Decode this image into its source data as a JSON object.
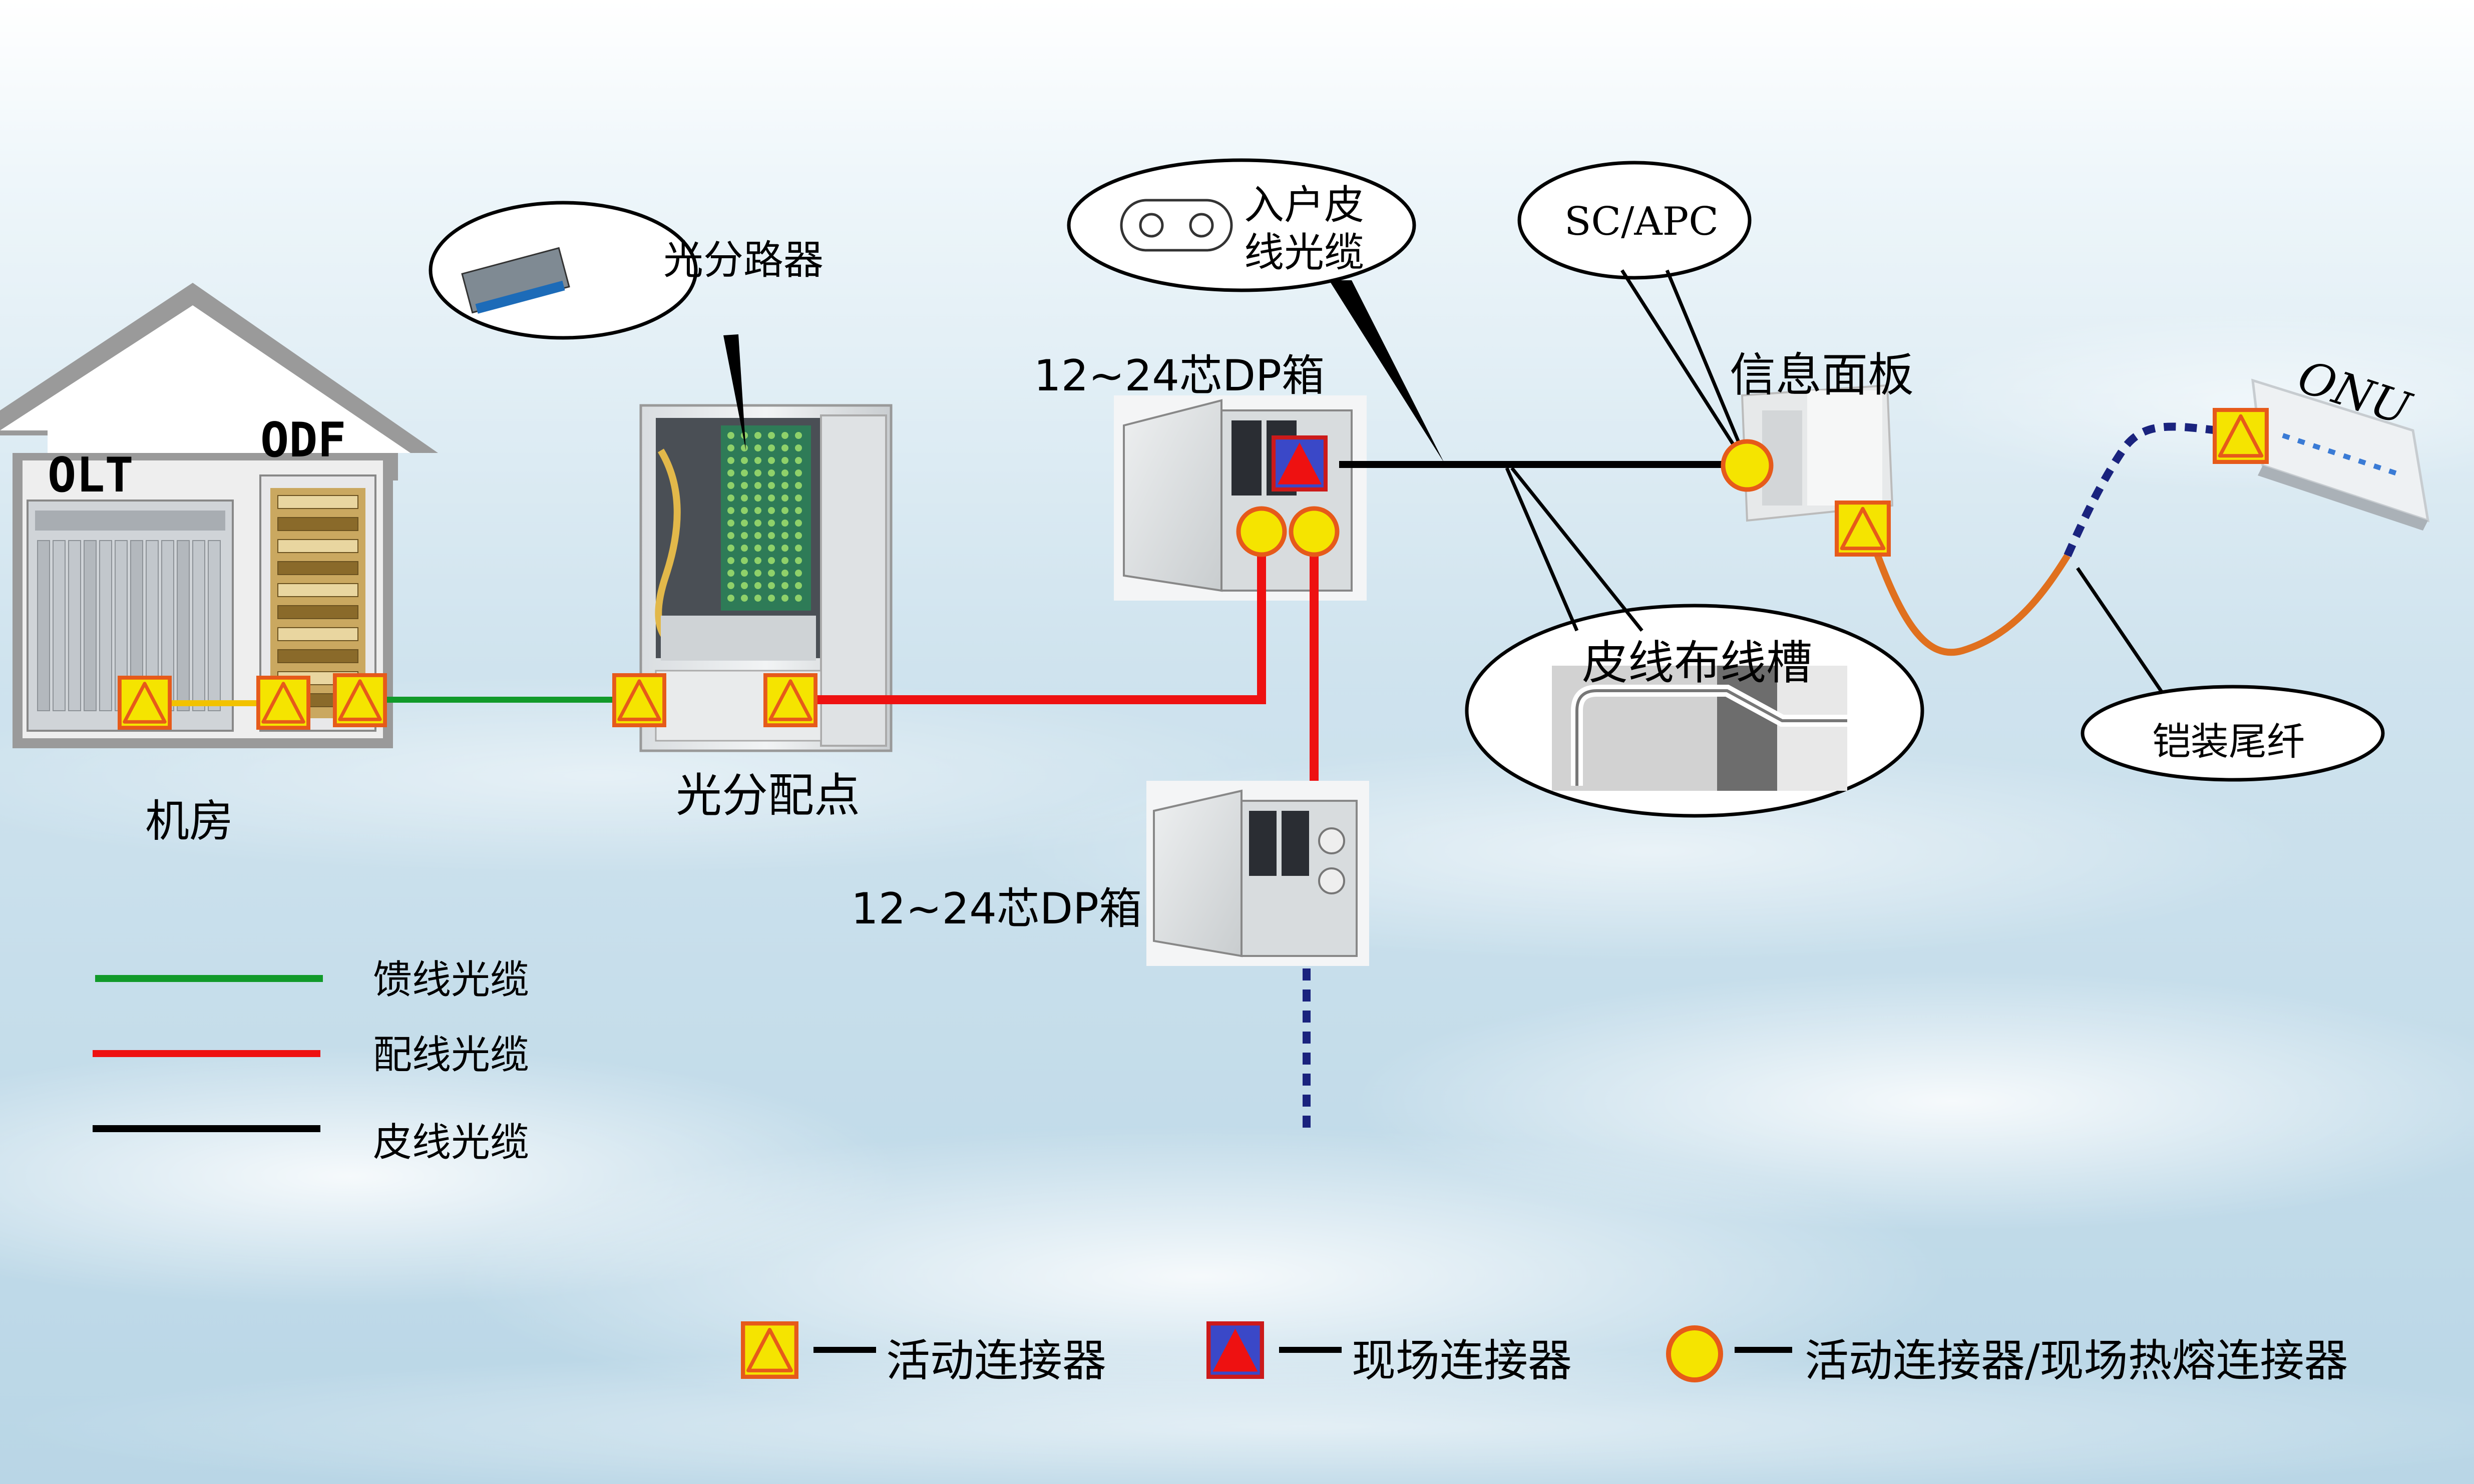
{
  "labels": {
    "olt": "OLT",
    "odf": "ODF",
    "machine_room": "机房",
    "splitter_callout": "光分路器",
    "splitter_point": "光分配点",
    "dp_box_upper": "12~24芯DP箱",
    "dp_box_lower": "12~24芯DP箱",
    "drop_cable_line1": "入户皮",
    "drop_cable_line2": "线光缆",
    "sc_apc": "SC/APC",
    "info_panel": "信息面板",
    "onu": "ONU",
    "trunking": "皮线布线槽",
    "armored_pigtail": "铠装尾纤"
  },
  "legend_lines": [
    {
      "label": "馈线光缆",
      "color": "#119a2a"
    },
    {
      "label": "配线光缆",
      "color": "#ee1111"
    },
    {
      "label": "皮线光缆",
      "color": "#000000"
    }
  ],
  "legend_symbols": [
    {
      "label": "活动连接器",
      "symbol": "yellow-square-triangle"
    },
    {
      "label": "现场连接器",
      "symbol": "blue-square-red-triangle"
    },
    {
      "label": "活动连接器/现场热熔连接器",
      "symbol": "yellow-circle"
    }
  ],
  "colors": {
    "feeder": "#119a2a",
    "distribution": "#ee1111",
    "drop": "#000000",
    "olt_to_odf": "#f2c200",
    "pigtail": "#e0701e",
    "dashed": "#1a237e",
    "connector_fill": "#f5e400",
    "connector_border": "#e65a1a",
    "field_fill": "#3a48c8"
  }
}
